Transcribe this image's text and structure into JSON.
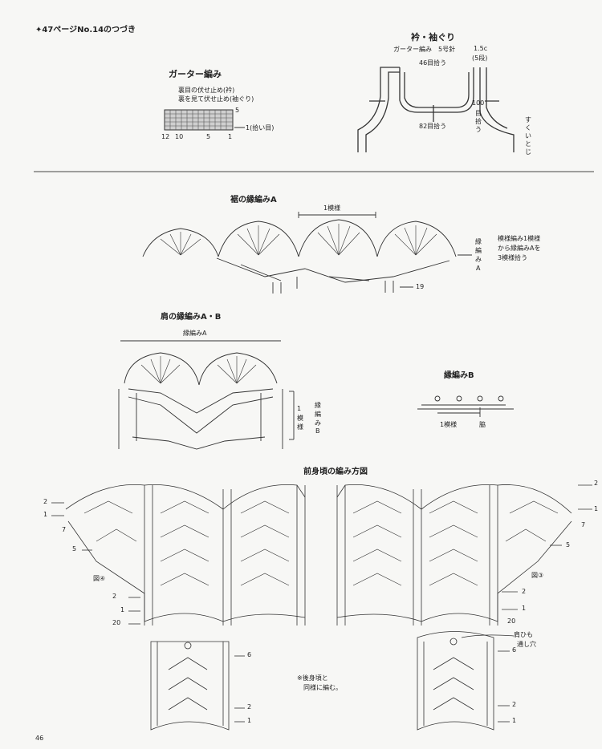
{
  "header": {
    "continuation": "✦47ページNo.14のつづき"
  },
  "garter": {
    "title": "ガーター編み",
    "note1": "裏目の伏せ止め(衿)",
    "note2": "裏を見て伏せ止め(袖ぐり)",
    "row_top": "5",
    "row_pickup": "1(拾い目)",
    "bottom_nums": [
      "12",
      "10",
      "5",
      "1"
    ]
  },
  "collar": {
    "title": "衿・袖ぐり",
    "spec": "ガーター編み　5号針",
    "size": "1.5c",
    "rows": "(5段)",
    "pick46": "46目拾う",
    "pick82": "82目拾う",
    "pick100": [
      "100",
      "目",
      "拾",
      "う"
    ],
    "sukui": [
      "す",
      "く",
      "い",
      "と",
      "じ"
    ]
  },
  "edgingA": {
    "title": "裾の縁編みA",
    "repeat": "1模様",
    "side_label": [
      "縁",
      "編",
      "み",
      "A"
    ],
    "note": [
      "模様編み1模様",
      "から縁編みAを",
      "3模様拾う"
    ],
    "row19": "19"
  },
  "shoulder": {
    "title": "肩の縁編みA・B",
    "labelA": "縁編みA",
    "repeat": [
      "1",
      "模",
      "様"
    ],
    "labelB": [
      "縁",
      "編",
      "み",
      "B"
    ]
  },
  "edgingB": {
    "title": "縁編みB",
    "repeat": "1模様",
    "side": "脇"
  },
  "front": {
    "title": "前身頃の編み方図",
    "fig4": "図④",
    "fig3": "図③",
    "left_rows": [
      "2",
      "1",
      "7",
      "5",
      "2",
      "1",
      "20"
    ],
    "right_rows": [
      "2",
      "1",
      "7",
      "5",
      "2",
      "1",
      "20"
    ],
    "strap_hole": [
      "肩ひも",
      "通し穴"
    ],
    "row6": "6",
    "row2": "2",
    "row1": "1",
    "back_note": [
      "※後身頃と",
      "同様に編む。"
    ]
  },
  "page_number": "46"
}
